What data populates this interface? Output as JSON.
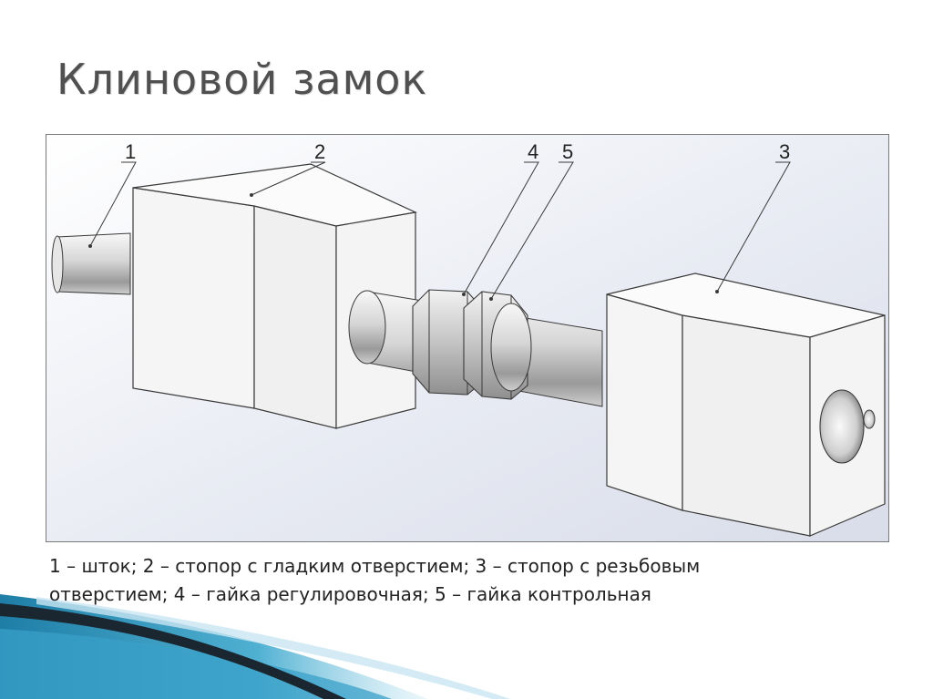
{
  "slide": {
    "title": "Клиновой замок"
  },
  "figure": {
    "callouts": [
      {
        "id": "1",
        "label": "1"
      },
      {
        "id": "2",
        "label": "2"
      },
      {
        "id": "4",
        "label": "4"
      },
      {
        "id": "5",
        "label": "5"
      },
      {
        "id": "3",
        "label": "3"
      }
    ]
  },
  "caption": {
    "line1": "1 – шток; 2 – стопор с гладким отверстием; 3 – стопор с резьбовым",
    "line2": "отверстием; 4 – гайка регулировочная; 5 – гайка контрольная"
  },
  "colors": {
    "title_text": "#505050",
    "decor_blue": "#2f8fb4",
    "decor_dark": "#1a2630",
    "part_fill": "#f3f3f3",
    "part_stroke": "#3a3a3a"
  }
}
